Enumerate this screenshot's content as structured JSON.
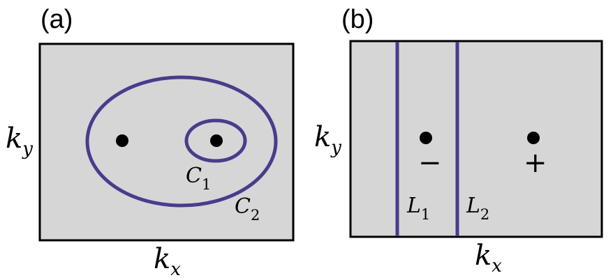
{
  "colors": {
    "panel_fill": "#d6d6d6",
    "curve": "#4b3b8c",
    "frame": "#000000"
  },
  "panel_a": {
    "label": "(a)",
    "x_axis": {
      "base": "k",
      "sub": "x"
    },
    "y_axis": {
      "base": "k",
      "sub": "y"
    },
    "loops": [
      {
        "base": "C",
        "sub": "1"
      },
      {
        "base": "C",
        "sub": "2"
      }
    ]
  },
  "panel_b": {
    "label": "(b)",
    "x_axis": {
      "base": "k",
      "sub": "x"
    },
    "y_axis": {
      "base": "k",
      "sub": "y"
    },
    "lines": [
      {
        "base": "L",
        "sub": "1"
      },
      {
        "base": "L",
        "sub": "2"
      }
    ],
    "signs": [
      "−",
      "+"
    ]
  }
}
